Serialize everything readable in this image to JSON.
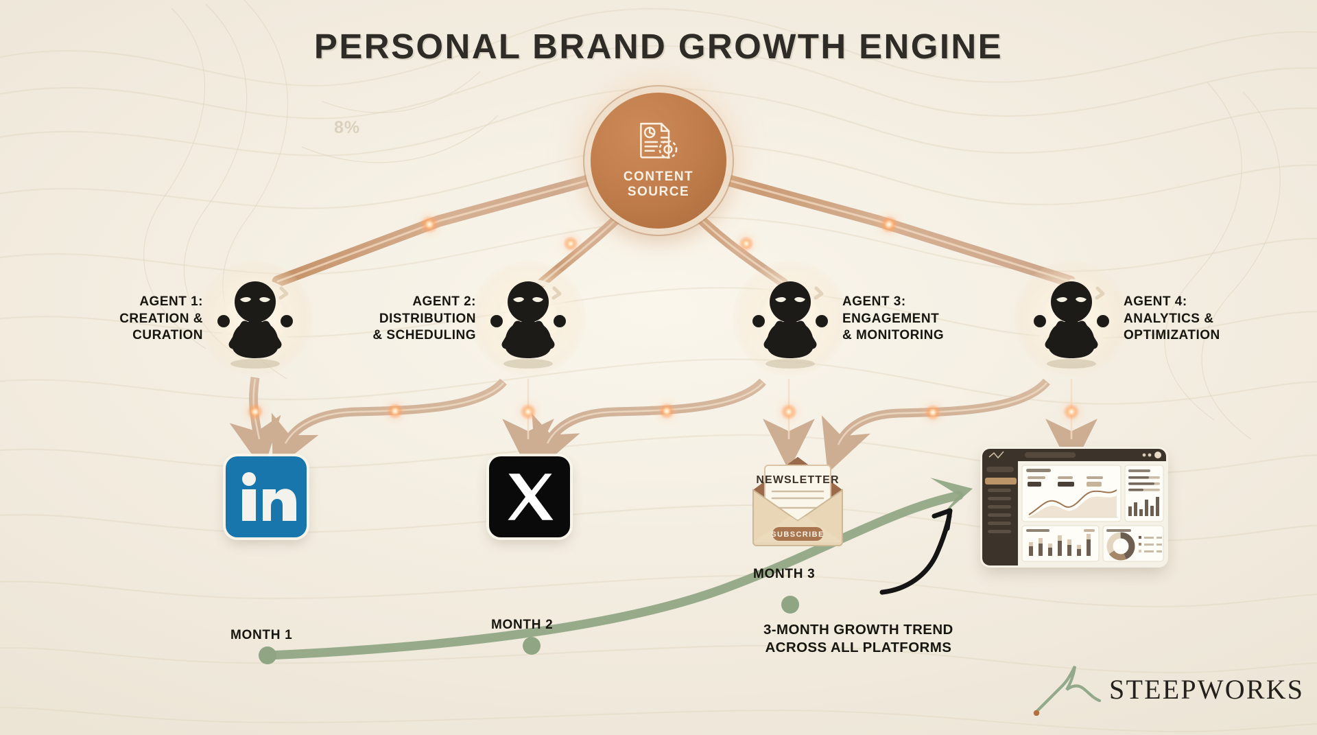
{
  "title": "PERSONAL BRAND GROWTH ENGINE",
  "watermark": "8%",
  "hub": {
    "icon": "document-gear-icon",
    "label_line1": "CONTENT",
    "label_line2": "SOURCE"
  },
  "agents": [
    {
      "id": "agent-1",
      "icon": "robot-agent-icon",
      "line1": "AGENT 1:",
      "line2": "CREATION &",
      "line3": "CURATION"
    },
    {
      "id": "agent-2",
      "icon": "robot-agent-icon",
      "line1": "AGENT 2:",
      "line2": "DISTRIBUTION",
      "line3": "& SCHEDULING"
    },
    {
      "id": "agent-3",
      "icon": "robot-agent-icon",
      "line1": "AGENT 3:",
      "line2": "ENGAGEMENT",
      "line3": "& MONITORING"
    },
    {
      "id": "agent-4",
      "icon": "robot-agent-icon",
      "line1": "AGENT 4:",
      "line2": "ANALYTICS &",
      "line3": "OPTIMIZATION"
    }
  ],
  "platforms": [
    {
      "id": "linkedin",
      "icon": "linkedin-icon",
      "label": "in",
      "color": "#1976ad"
    },
    {
      "id": "x-twitter",
      "icon": "x-twitter-icon",
      "label": "X",
      "color": "#0a0a0a"
    },
    {
      "id": "newsletter",
      "icon": "newsletter-envelope-icon",
      "title": "NEWSLETTER",
      "button": "SUBSCRIBE",
      "color": "#e8d5b4"
    },
    {
      "id": "dashboard",
      "icon": "analytics-dashboard-icon",
      "color": "#3b322a"
    }
  ],
  "trend": {
    "caption_line1": "3-MONTH GROWTH TREND",
    "caption_line2": "ACROSS ALL PLATFORMS",
    "line_color": "#8fa583",
    "arrow_icon": "curved-up-arrow-icon",
    "months": [
      {
        "label": "MONTH 1"
      },
      {
        "label": "MONTH 2"
      },
      {
        "label": "MONTH 3"
      }
    ]
  },
  "brand": {
    "mark": "mountain-peak-icon",
    "name": "STEEPWORKS",
    "accent": "#b4703c"
  },
  "chart_data": {
    "type": "line",
    "title": "3-MONTH GROWTH TREND ACROSS ALL PLATFORMS",
    "xlabel": "",
    "ylabel": "",
    "categories": [
      "MONTH 1",
      "MONTH 2",
      "MONTH 3"
    ],
    "x": [
      390,
      775,
      1160
    ],
    "values": [
      955,
      940,
      880
    ],
    "series": [
      {
        "name": "Growth across all platforms",
        "values": [
          955,
          940,
          880
        ]
      }
    ],
    "grid": false,
    "legend_position": "none",
    "annotations": [
      "3-MONTH GROWTH TREND",
      "ACROSS ALL PLATFORMS"
    ],
    "note": "Upward exponential curve rising left-to-right toward the analytics dashboard; y values are screen coordinates (lower = higher growth)."
  },
  "colors": {
    "background": "#f2ece0",
    "hub_fill": "#c27f4d",
    "connector": "#cfae90",
    "pulse": "#ffb070",
    "text": "#17150f",
    "growth_green": "#8fa583"
  }
}
